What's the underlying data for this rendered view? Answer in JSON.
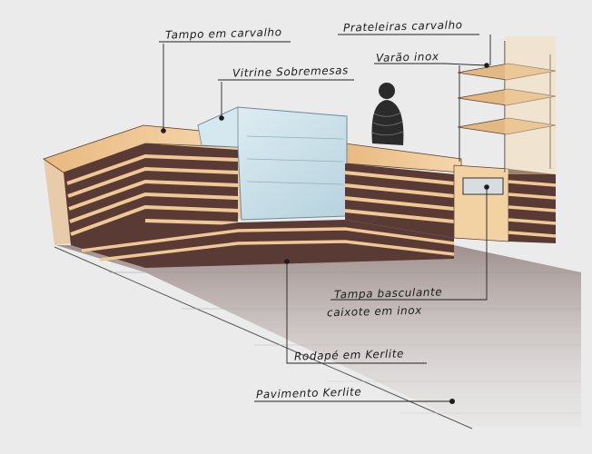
{
  "labels": {
    "tampo": "Tampo em carvalho",
    "prateleiras": "Prateleiras carvalho",
    "varao": "Varão inox",
    "vitrine": "Vitrine Sobremesas",
    "tampa": "Tampa basculante",
    "caixote": "caixote em inox",
    "rodape": "Rodapé em Kerlite",
    "pavimento": "Pavimento Kerlite"
  },
  "colors": {
    "background": "#ebebeb",
    "oak": "#f0c896",
    "wenge": "#5a3a34",
    "glass": "#cfe3ec",
    "floor_shadow": "#b8aaa6",
    "ink": "#1c1c1c"
  }
}
